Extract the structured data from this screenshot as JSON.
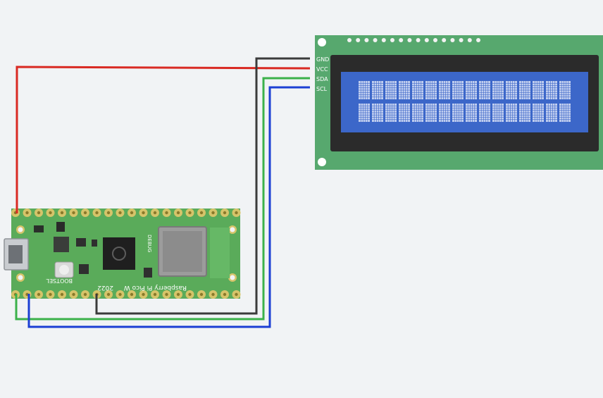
{
  "lcd": {
    "pin_labels": [
      "GND",
      "VCC",
      "SDA",
      "SCL"
    ],
    "rows": 2,
    "cols": 16
  },
  "pico": {
    "board_text": "Raspberry Pi Pico W",
    "year": "2022",
    "button_label": "BOOTSEL",
    "debug_label": "DEBUG"
  },
  "wires": [
    {
      "name": "vcc-wire",
      "color": "#d92a23"
    },
    {
      "name": "gnd-wire",
      "color": "#3b3b3b"
    },
    {
      "name": "sda-wire",
      "color": "#3bb14a"
    },
    {
      "name": "scl-wire",
      "color": "#1c3fd4"
    }
  ],
  "colors": {
    "background": "#f1f3f5",
    "board_green": "#57a86e",
    "pico_green": "#5aab5a",
    "lcd_bezel": "#2b2b2b",
    "lcd_screen": "#3c67c9"
  }
}
